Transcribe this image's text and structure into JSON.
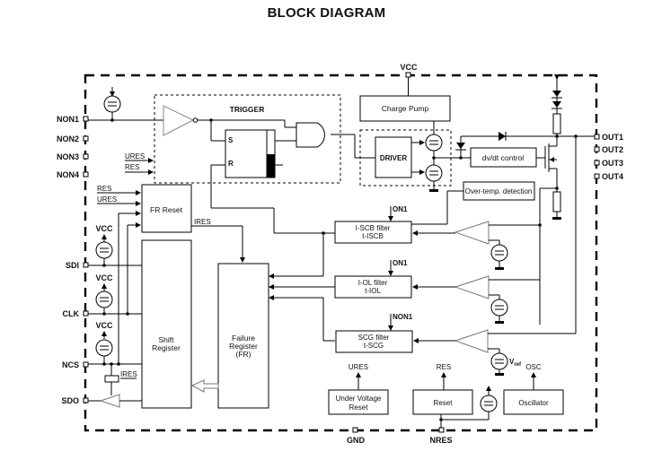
{
  "title": "BLOCK DIAGRAM",
  "pins": {
    "top": [
      "VCC"
    ],
    "left": [
      "NON1",
      "NON2",
      "NON3",
      "NON4",
      "SDI",
      "CLK",
      "NCS",
      "SDO"
    ],
    "right": [
      "OUT1",
      "OUT2",
      "OUT3",
      "OUT4"
    ],
    "bottom": [
      "GND",
      "NRES"
    ]
  },
  "supply_labels": {
    "sdi_vcc": "VCC",
    "clk_vcc": "VCC",
    "ncs_vcc": "VCC"
  },
  "blocks": {
    "trigger": "TRIGGER",
    "flipflop_s": "S",
    "flipflop_r": "R",
    "charge_pump": "Charge Pump",
    "driver": "DRIVER",
    "dvdt": "dv/dt control",
    "overtemp": "Over-temp. detection",
    "fr_reset": "FR Reset",
    "shift_register": [
      "Shift",
      "Register"
    ],
    "failure_register": [
      "Failure",
      "Register",
      "(FR)"
    ],
    "iscb_filter": [
      "I-SCB filter",
      "t-ISCB"
    ],
    "iol_filter": [
      "I-OL filter",
      "t-IOL"
    ],
    "scg_filter": [
      "SCG filter",
      "t-SCG"
    ],
    "uv_reset": [
      "Under Voltage",
      "Reset"
    ],
    "reset": "Reset",
    "oscillator": "Oscillator"
  },
  "signals": {
    "trigger_ures": "URES",
    "trigger_res": "RES",
    "frreset_res": "RES",
    "frreset_ures": "URES",
    "ires_fr": "IRES",
    "ires_ncs": "IRES",
    "iscb_on": "ON1",
    "iol_on": "ON1",
    "scg_non": "NON1",
    "uv_out": "URES",
    "reset_out": "RES",
    "vref": "V",
    "vref_sub": "ref",
    "osc_out": "OSC"
  }
}
